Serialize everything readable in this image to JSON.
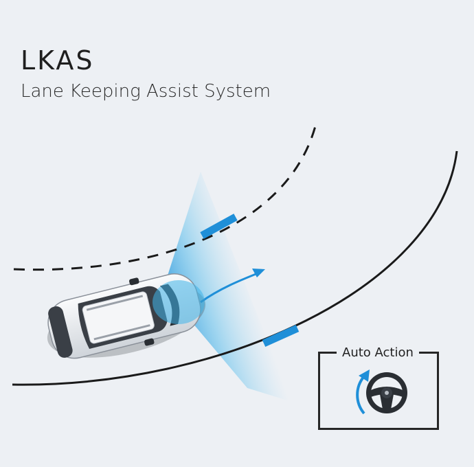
{
  "title": "LKAS",
  "subtitle": "Lane Keeping Assist System",
  "auto_action": {
    "label": "Auto Action"
  },
  "icons": {
    "car": "car-icon",
    "steering": "steering-wheel-icon",
    "rotation": "rotation-arrow-icon",
    "direction": "direction-arrow-icon"
  },
  "colors": {
    "background": "#edf0f4",
    "lane_line": "#1a1a1a",
    "accent": "#1f8fd8",
    "beam": "#3fb4ea",
    "text": "#1f1f1f"
  }
}
